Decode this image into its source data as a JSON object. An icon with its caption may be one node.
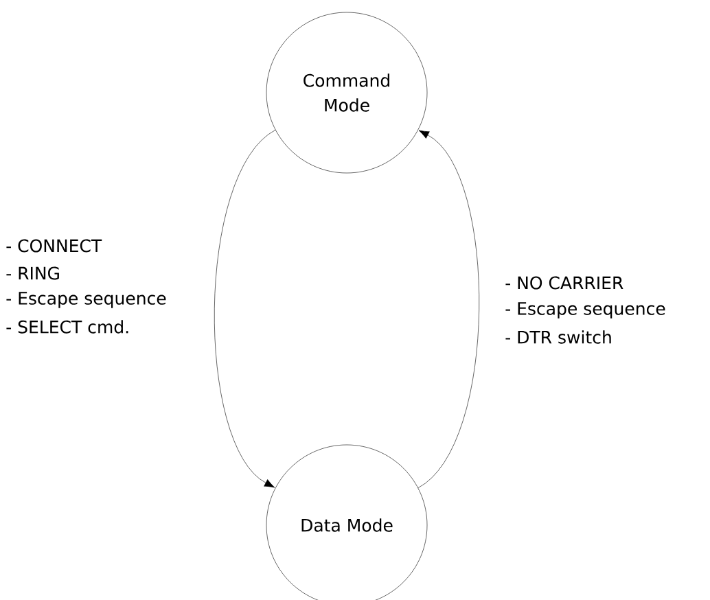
{
  "diagram": {
    "nodes": [
      {
        "text": [
          "Command Mode"
        ]
      },
      {
        "text": [
          "Data Mode"
        ]
      }
    ],
    "edges": [
      {
        "from": 0,
        "to": 1,
        "arrow": "to"
      },
      {
        "from": 1,
        "to": 0,
        "arrow": "to"
      }
    ],
    "labels": [
      "- CONNECT",
      "- RING",
      "- Escape sequence",
      "- SELECT cmd.",
      "- NO CARRIER",
      "- Escape sequence",
      "- DTR switch"
    ]
  }
}
